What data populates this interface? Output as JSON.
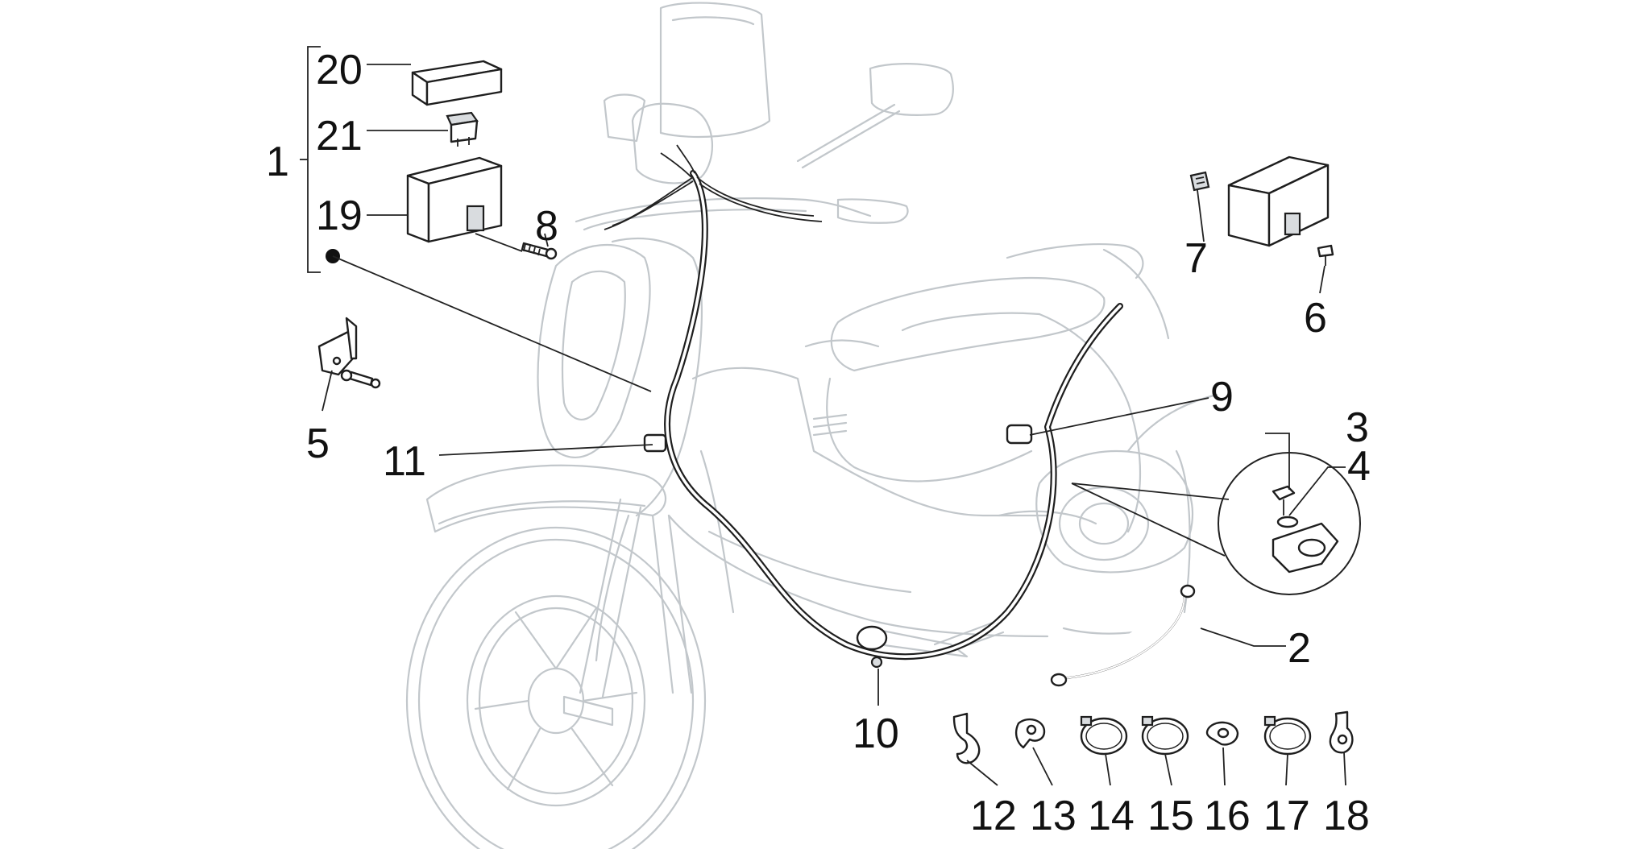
{
  "callouts": [
    {
      "id": "1",
      "text": "1"
    },
    {
      "id": "2",
      "text": "2"
    },
    {
      "id": "3",
      "text": "3"
    },
    {
      "id": "4",
      "text": "4"
    },
    {
      "id": "5",
      "text": "5"
    },
    {
      "id": "6",
      "text": "6"
    },
    {
      "id": "7",
      "text": "7"
    },
    {
      "id": "8",
      "text": "8"
    },
    {
      "id": "9",
      "text": "9"
    },
    {
      "id": "10",
      "text": "10"
    },
    {
      "id": "11",
      "text": "11"
    },
    {
      "id": "12",
      "text": "12"
    },
    {
      "id": "13",
      "text": "13"
    },
    {
      "id": "14",
      "text": "14"
    },
    {
      "id": "15",
      "text": "15"
    },
    {
      "id": "16",
      "text": "16"
    },
    {
      "id": "17",
      "text": "17"
    },
    {
      "id": "18",
      "text": "18"
    },
    {
      "id": "19",
      "text": "19"
    },
    {
      "id": "20",
      "text": "20"
    },
    {
      "id": "21",
      "text": "21"
    }
  ],
  "colors": {
    "ghost_outline": "#c2c7cb",
    "part_outline": "#1e1e1e",
    "background": "#ffffff"
  }
}
